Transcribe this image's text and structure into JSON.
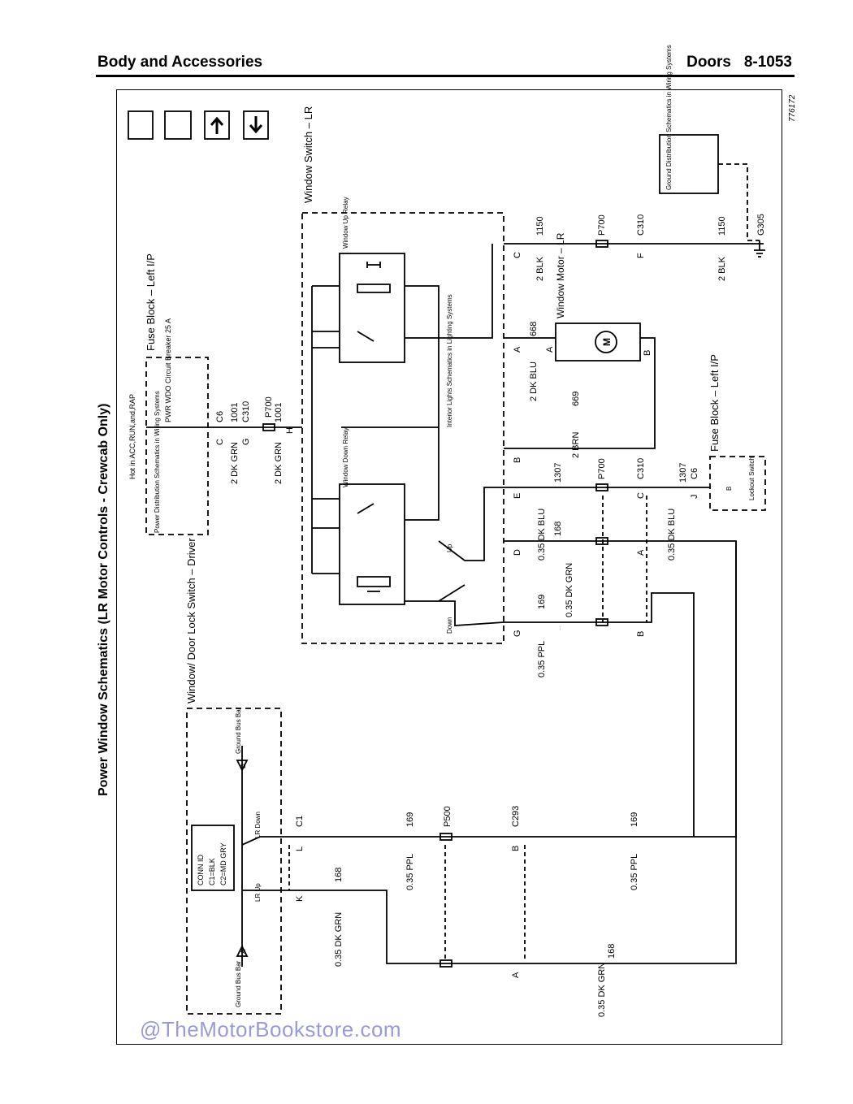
{
  "header": {
    "section": "Body and Accessories",
    "page": "Doors   8-1053"
  },
  "figure_id": "776172",
  "title": "Power Window Schematics (LR Motor Controls - Crewcab Only)",
  "nav_icons": [
    "location-icon",
    "description-icon",
    "arrow-up-icon",
    "arrow-down-icon"
  ],
  "fuse_block_top": {
    "name": "Fuse Block – Left I/P",
    "hot_label": "Hot in ACC,RUN,and,RAP",
    "breaker": "PWR WDO Circuit Breaker 25 A",
    "power_ref": "Power Distribution Schematics in Wiring Systems"
  },
  "window_switch_lr": {
    "name": "Window Switch – LR",
    "up_relay": "Window Up Relay",
    "down_relay": "Window Down Relay",
    "interior_ref": "Interior Lights Schematics in Lighting Systems",
    "up": "Up",
    "down": "Down"
  },
  "driver_switch": {
    "name": "Window/ Door Lock Switch – Driver",
    "conn_id": "CONN ID",
    "c1": "C1=BLK",
    "c2": "C2=MD GRY",
    "lr_up": "LR Up",
    "lr_down": "LR Down",
    "ground_bus": "Ground Bus Bar",
    "c1_label": "C1"
  },
  "window_motor": {
    "name": "Window Motor – LR",
    "symbol": "M"
  },
  "fuse_block_bottom": {
    "name": "Fuse Block – Left I/P",
    "lockout": "Lockout Switch"
  },
  "ground_ref": "Ground Distribution Schematics in Wiring Systems",
  "ground": "G305",
  "wires": {
    "w1001_a": "2 DK GRN",
    "w1001_b": "2 DK GRN",
    "c1001_a": "1001",
    "c1001_b": "1001",
    "w1150_a": "2 BLK",
    "w1150_b": "2 BLK",
    "c1150_a": "1150",
    "c1150_b": "1150",
    "w668": "2 DK BLU",
    "c668": "668",
    "w669": "2 BRN",
    "c669": "669",
    "w1307_a": "0.35 DK BLU",
    "w1307_b": "0.35 DK BLU",
    "c1307_a": "1307",
    "c1307_b": "1307",
    "w168_a": "0.35 DK GRN",
    "w168_b": "0.35 DK GRN",
    "w168_c": "0.35 DK GRN",
    "w168_d": "0.35 DK GRN",
    "c168_a": "168",
    "c168_b": "168",
    "c168_c": "168",
    "w169_a": "0.35 PPL",
    "w169_b": "0.35 PPL",
    "w169_c": "0.35 PPL",
    "c169_a": "169",
    "c169_b": "169",
    "c169_c": "169"
  },
  "connectors": {
    "c6": "C6",
    "c310": "C310",
    "p700": "P700",
    "p500": "P500",
    "c293": "C293"
  },
  "pins": {
    "A": "A",
    "B": "B",
    "C": "C",
    "D": "D",
    "E": "E",
    "F": "F",
    "G": "G",
    "H": "H",
    "J": "J",
    "K": "K",
    "L": "L"
  },
  "watermark": "@TheMotorBookstore.com"
}
